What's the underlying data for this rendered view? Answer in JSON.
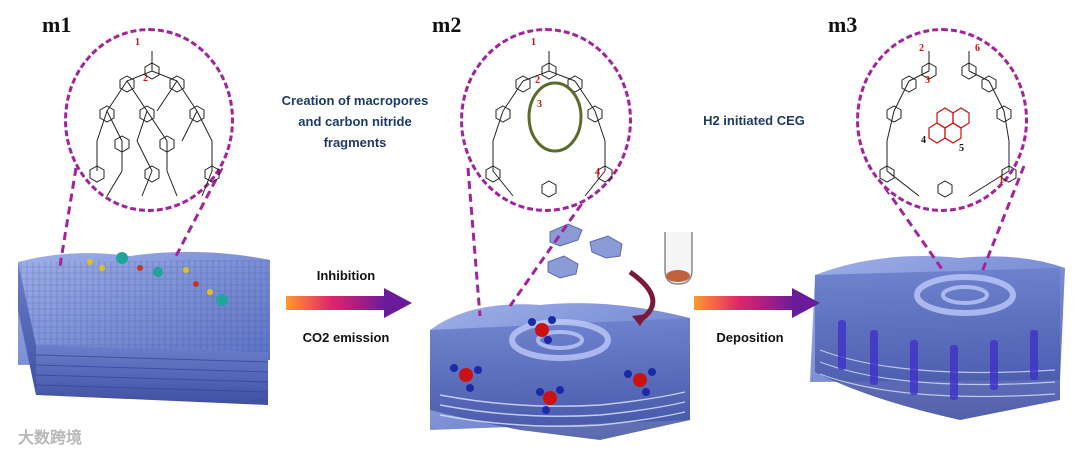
{
  "panels": [
    {
      "label": "m1",
      "numbers": [
        "1",
        "2"
      ]
    },
    {
      "label": "m2",
      "numbers": [
        "1",
        "2",
        "3",
        "4"
      ]
    },
    {
      "label": "m3",
      "numbers": [
        "2",
        "6",
        "3",
        "4",
        "5",
        "1"
      ]
    }
  ],
  "steps": {
    "creation": [
      "Creation of macropores",
      "and carbon nitride",
      "fragments"
    ],
    "h2": "H2 initiated CEG",
    "inhibition": "Inhibition",
    "co2": "CO2 emission",
    "deposition": "Deposition"
  },
  "watermark": "大数跨境",
  "colors": {
    "circle_border": "#a2239a",
    "number_red": "#cc1111",
    "caption_text": "#1f3a68",
    "slab_blue": "#6b82d0",
    "arrow_start": "#ff9a2e",
    "arrow_end": "#6a1b9a",
    "macropore_ring": "#5a6b2c"
  }
}
